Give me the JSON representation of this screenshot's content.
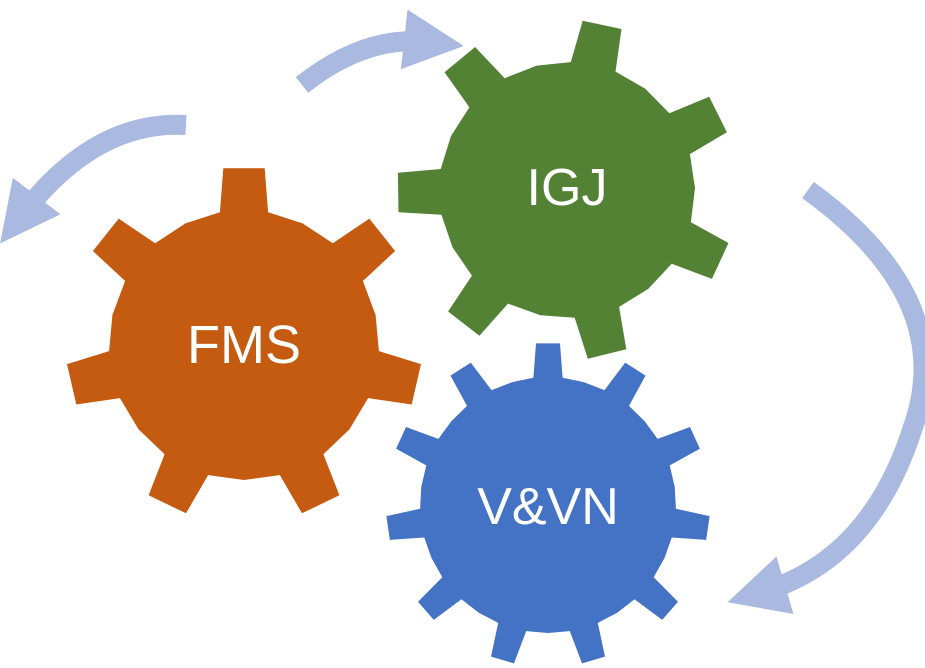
{
  "diagram": {
    "gears": [
      {
        "id": "fms",
        "label": "FMS",
        "color": "#c55a11"
      },
      {
        "id": "igj",
        "label": "IGJ",
        "color": "#548235"
      },
      {
        "id": "vvn",
        "label": "V&VN",
        "color": "#4472c4"
      }
    ],
    "arrow_color": "#a9b9e0"
  }
}
